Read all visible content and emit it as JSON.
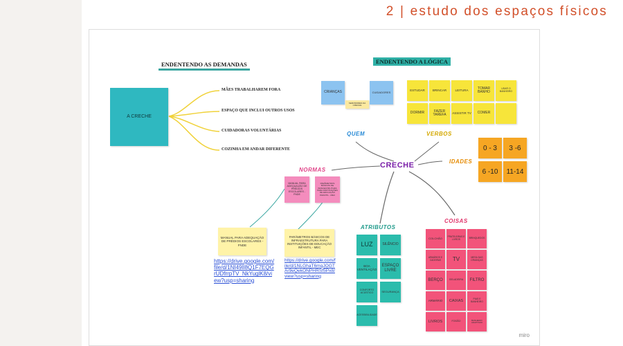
{
  "header": {
    "title": "2 | estudo dos espaços físicos"
  },
  "left": {
    "title": "ENDENTENDO AS DEMANDAS",
    "center_note": "A CRECHE",
    "branches": [
      "MÃES TRABALHAREM FORA",
      "ESPAÇO QUE INCLUI OUTROS USOS",
      "CUIDADORAS VOLUNTÁRIAS",
      "COZINHA EM ANDAR DIFERENTE"
    ]
  },
  "right": {
    "title": "ENDENTENDO A LÓGICA",
    "center": "CRECHE",
    "labels": {
      "quem": "QUEM",
      "verbos": "VERBOS",
      "idades": "IDADES",
      "normas": "NORMAS",
      "atributos": "ATRIBUTOS",
      "coisas": "COISAS"
    },
    "quem": {
      "criancas": "CRIANÇAS",
      "cuidadores": "CUIDADORES",
      "small": "SERVIDORES DA CRECHE"
    },
    "verbos": [
      "ESTUDAR",
      "BRINCAR",
      "LEITURA",
      "TOMAR BANHO",
      "USAR O BANHEIRO",
      "DORMIR",
      "FAZER TAREFA",
      "ASSISTIR TV",
      "COMER",
      ""
    ],
    "idades": [
      "0 - 3",
      "3 -6",
      "6 -10",
      "11-14"
    ],
    "normas": {
      "note1": "MANUAL PARA ADEQUAÇÃO DE PRÉDIOS ESCOLARES - FNDE",
      "note2": "PARÂMETROS BÁSICOS DE INFRAESTRUTURA PARA INSTITUIÇÕES DE EDUCAÇÃO INFANTIL - MEC",
      "doc1": "MANUAL PARA ADEQUAÇÃO DE PRÉDIOS ESCOLARES - FNDE",
      "doc2": "PARÂMETROS BÁSICOS DE INFRAESTRUTURA PARA INSTITUIÇÕES DE EDUCAÇÃO INFANTIL - MEC",
      "link1": "https://drive.google.com/file/d/1NI49Il8Q1F7EQGrUDfrrpTV_NkYuglK8/view?usp=sharing",
      "link2": "https://drive.google.com/file/d/1NLGhaT6mqJOGTAr9eQekONPHRSf5Px8/view?usp=sharing"
    },
    "atributos": [
      "LUZ",
      "SILÊNCIO",
      "BOA VENTILAÇÃO",
      "ESPAÇO LIVRE",
      "CONFORTO ACÚSTICO",
      "SEGURANÇA",
      "ACESSIBILIDADE"
    ],
    "coisas": [
      "COLCHÃO",
      "PRATELEIRAS E LIVROS",
      "BRINQUEDOS",
      "ARMÁRIOS E CADEIRAS",
      "TV",
      "MESA DAS CRIANÇAS",
      "BERÇO",
      "GELADEIRA",
      "FILTRO",
      "ARMÁRIO",
      "CAIXAS",
      "PIAS E BANHEIRO",
      "LIVROS",
      "FOGÃO",
      "BANHEIRO ADAPTADO"
    ]
  },
  "watermark": "miro"
}
